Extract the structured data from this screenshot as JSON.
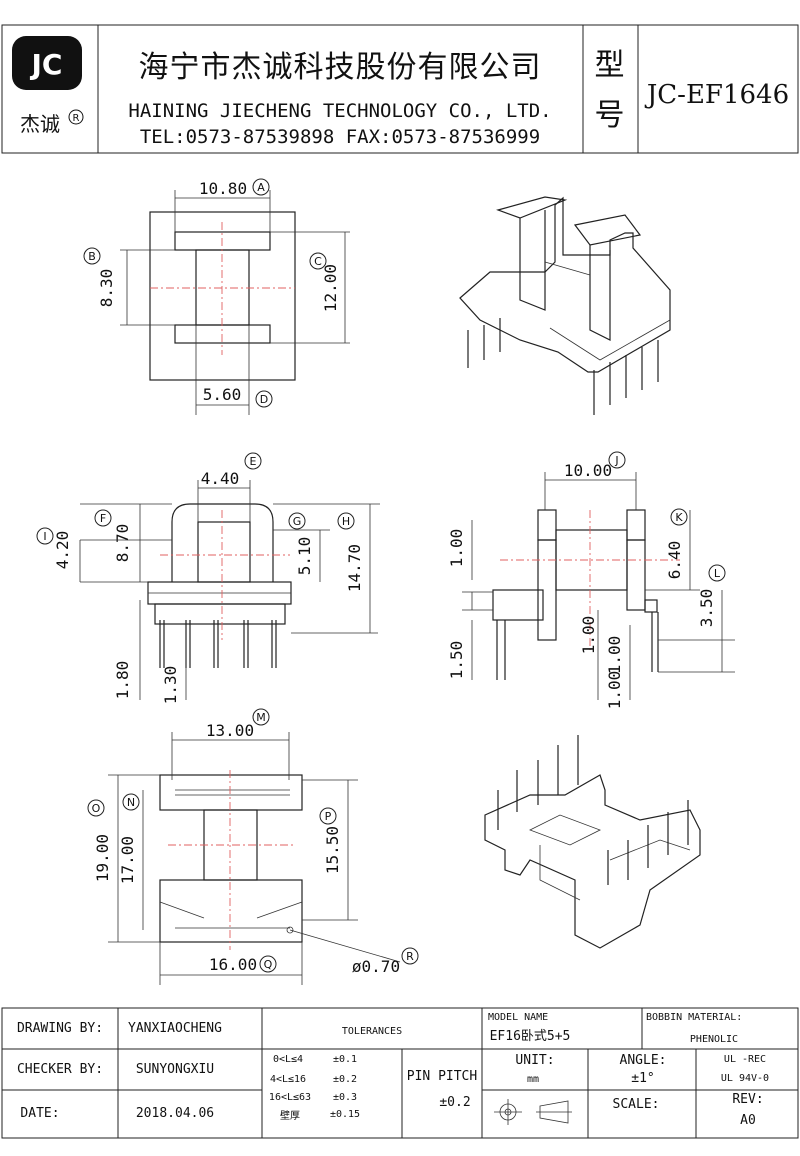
{
  "header": {
    "logo_letters": "JC",
    "logo_cn": "杰诚",
    "registered": "R",
    "company_cn": "海宁市杰诚科技股份有限公司",
    "company_en": "HAINING JIECHENG TECHNOLOGY CO., LTD.",
    "contact": "TEL:0573-87539898  FAX:0573-87536999",
    "type_label_1": "型",
    "type_label_2": "号",
    "model": "JC-EF1646"
  },
  "dimensions": {
    "a": "10.80",
    "b": "8.30",
    "c": "12.00",
    "d": "5.60",
    "e": "4.40",
    "f": "8.70",
    "g": "5.10",
    "h": "14.70",
    "i": "4.20",
    "pin_len": "1.80",
    "pin_w": "1.30",
    "j": "10.00",
    "k": "6.40",
    "l": "3.50",
    "side_1a": "1.00",
    "side_1b": "1.00",
    "side_1c": "1.00",
    "side_1d": "1.00",
    "side_150": "1.50",
    "m": "13.00",
    "n": "17.00",
    "o": "19.00",
    "p": "15.50",
    "q": "16.00",
    "r": "ø0.70"
  },
  "markers": [
    "A",
    "B",
    "C",
    "D",
    "E",
    "F",
    "G",
    "H",
    "I",
    "J",
    "K",
    "L",
    "M",
    "N",
    "O",
    "P",
    "Q",
    "R"
  ],
  "title_block": {
    "drawing_by_label": "DRAWING  BY:",
    "drawing_by": "YANXIAOCHENG",
    "checker_by_label": "CHECKER  BY:",
    "checker_by": "SUNYONGXIU",
    "date_label": "DATE:",
    "date": "2018.04.06",
    "tolerances_label": "TOLERANCES",
    "tol_row1_range": "0<L≤4",
    "tol_row1_val": "±0.1",
    "tol_row2_range": "4<L≤16",
    "tol_row2_val": "±0.2",
    "tol_row3_range": "16<L≤63",
    "tol_row3_val": "±0.3",
    "tol_row4_range": "壁厚",
    "tol_row4_val": "±0.15",
    "pin_pitch_label": "PIN PITCH",
    "pin_pitch_val": "±0.2",
    "model_name_label": "MODEL NAME",
    "model_name": "EF16卧式5+5",
    "bobbin_material_label": "BOBBIN MATERIAL:",
    "bobbin_material": "PHENOLIC",
    "unit_label": "UNIT:",
    "unit": "mm",
    "angle_label": "ANGLE:",
    "angle": "±1°",
    "ul_rec": "UL -REC",
    "ul_rating": "UL  94V-0",
    "scale_label": "SCALE:",
    "rev_label": "REV:",
    "rev": "A0"
  }
}
